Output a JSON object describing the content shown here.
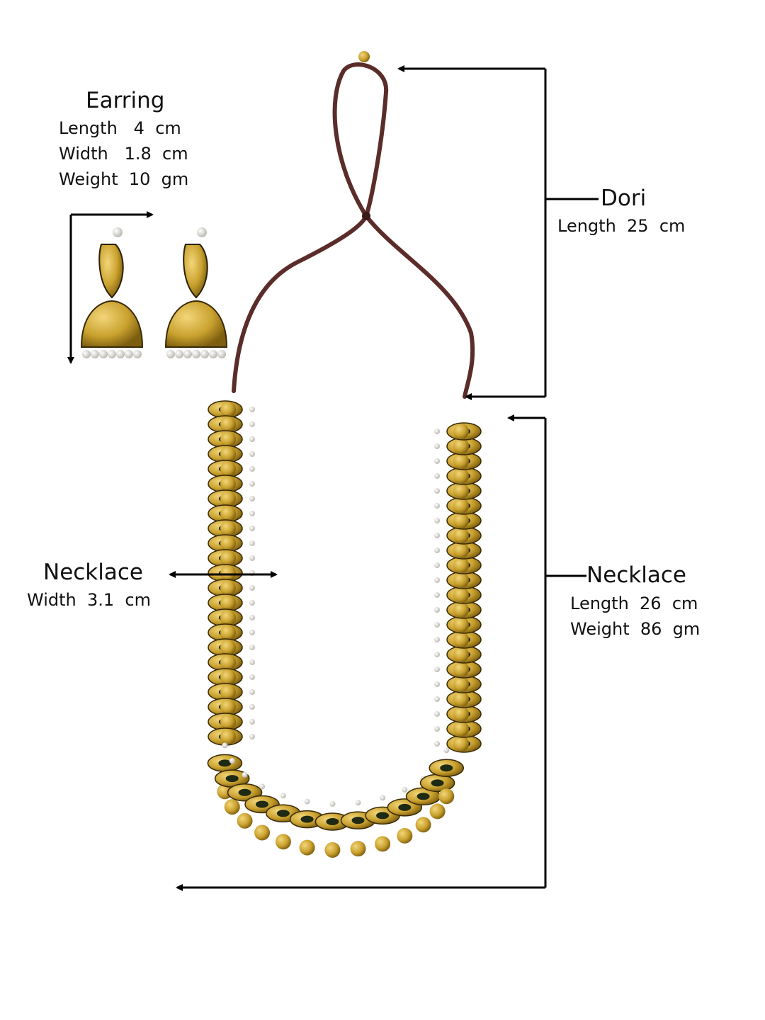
{
  "earring": {
    "title": "Earring",
    "length": "Length   4  cm",
    "width": "Width   1.8  cm",
    "weight": "Weight  10  gm"
  },
  "dori": {
    "title": "Dori",
    "length": "Length  25  cm"
  },
  "necklace_width": {
    "title": "Necklace",
    "width": "Width  3.1  cm"
  },
  "necklace_size": {
    "title": "Necklace",
    "length": "Length  26  cm",
    "weight": "Weight  86  gm"
  },
  "colors": {
    "gold": "#c9a12e",
    "gold_dark": "#8a6a12",
    "cord": "#5a2c2a",
    "pearl": "#e8e6e0",
    "line": "#000000"
  }
}
